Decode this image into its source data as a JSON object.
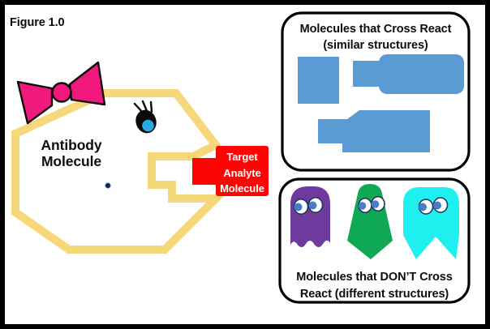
{
  "figure": {
    "title": "Figure 1.0"
  },
  "antibody": {
    "label_line1": "Antibody",
    "label_line2": "Molecule"
  },
  "target": {
    "label_line1": "Target",
    "label_line2": "Analyte",
    "label_line3": "Molecule"
  },
  "cross_react_box": {
    "title_line1": "Molecules that Cross React",
    "title_line2": "(similar structures)",
    "shape_names": [
      "square-molecule",
      "key-molecule",
      "stepped-molecule"
    ]
  },
  "no_cross_react_box": {
    "title_line1": "Molecules that DON’T Cross",
    "title_line2": "React (different structures)",
    "ghost_names": [
      "purple-ghost-molecule",
      "green-ghost-molecule",
      "cyan-ghost-molecule"
    ]
  },
  "colors": {
    "antibody_yellow": "#F6D77A",
    "bow_pink": "#F2197E",
    "target_red": "#FD0505",
    "cross_react_blue": "#5B9BD5",
    "ghost_purple": "#6F3A9E",
    "ghost_green": "#0FA855",
    "ghost_cyan": "#1FEFEF",
    "eye_blue": "#29ABE2",
    "pupil_blue": "#4B7CC9",
    "frame_black": "#000000"
  }
}
